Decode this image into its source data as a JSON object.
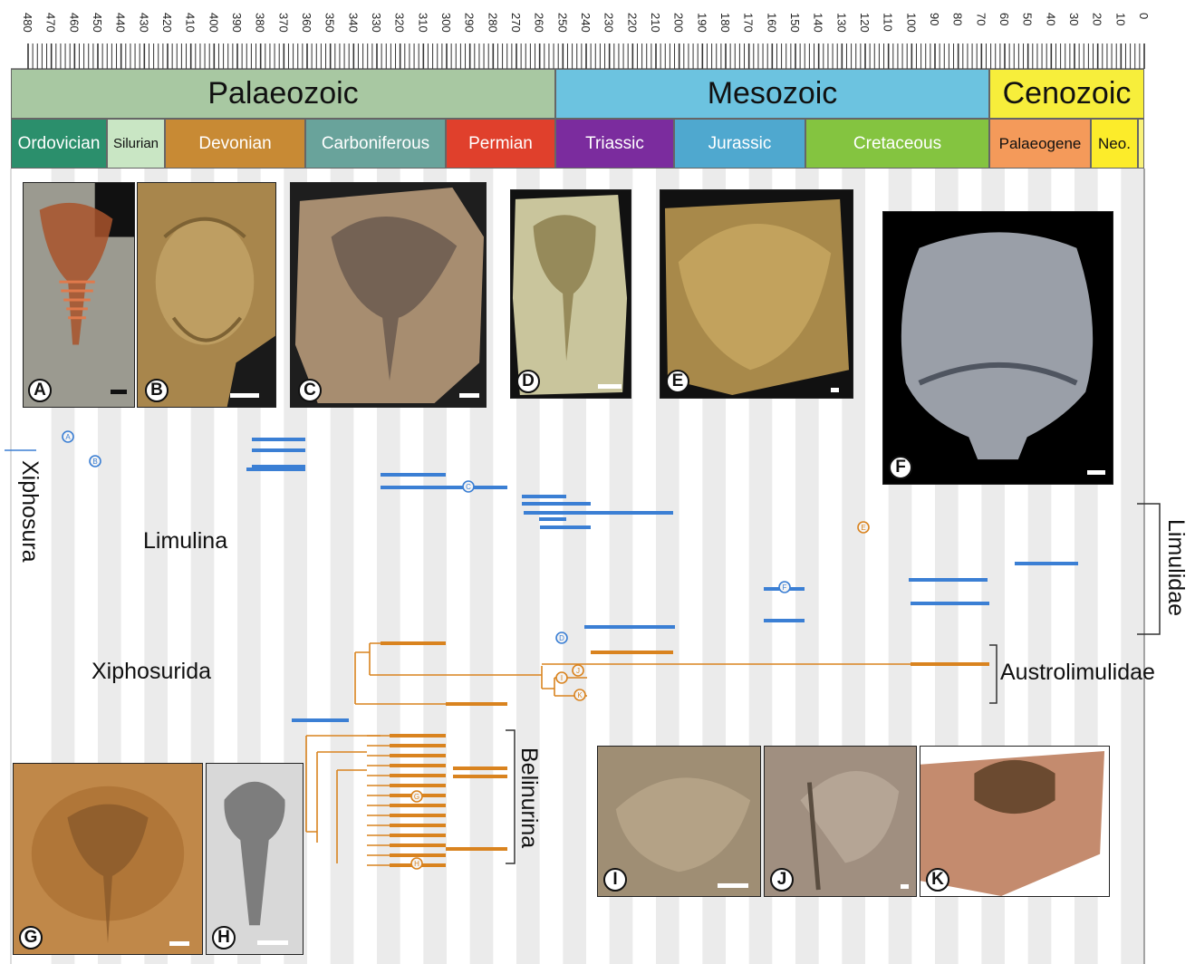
{
  "timescale": {
    "ticks": [
      "480",
      "470",
      "460",
      "450",
      "440",
      "430",
      "420",
      "410",
      "400",
      "390",
      "380",
      "370",
      "360",
      "350",
      "340",
      "330",
      "320",
      "310",
      "300",
      "290",
      "280",
      "270",
      "260",
      "250",
      "240",
      "230",
      "220",
      "210",
      "200",
      "190",
      "180",
      "170",
      "160",
      "150",
      "140",
      "130",
      "120",
      "110",
      "100",
      "90",
      "80",
      "70",
      "60",
      "50",
      "40",
      "30",
      "20",
      "10",
      "0"
    ]
  },
  "eras": [
    {
      "name": "Palaeozoic",
      "color": "#a8c8a2"
    },
    {
      "name": "Mesozoic",
      "color": "#6cc3e0"
    },
    {
      "name": "Cenozoic",
      "color": "#f7ee3b"
    }
  ],
  "periods": [
    {
      "name": "Ordovician",
      "color": "#2b8f6c",
      "text_color": "#ffffff"
    },
    {
      "name": "Silurian",
      "color": "#c9e6c4",
      "text_color": "#111111"
    },
    {
      "name": "Devonian",
      "color": "#c88a34",
      "text_color": "#ffffff"
    },
    {
      "name": "Carboniferous",
      "color": "#69a39b",
      "text_color": "#ffffff"
    },
    {
      "name": "Permian",
      "color": "#e0402c",
      "text_color": "#ffffff"
    },
    {
      "name": "Triassic",
      "color": "#7b2c9e",
      "text_color": "#ffffff"
    },
    {
      "name": "Jurassic",
      "color": "#4fa8cf",
      "text_color": "#ffffff"
    },
    {
      "name": "Cretaceous",
      "color": "#84c440",
      "text_color": "#ffffff"
    },
    {
      "name": "Palaeogene",
      "color": "#f49a5a",
      "text_color": "#111111"
    },
    {
      "name": "Neo.",
      "color": "#fcec2a",
      "text_color": "#111111"
    }
  ],
  "fossil_panels": [
    {
      "label": "A"
    },
    {
      "label": "B"
    },
    {
      "label": "C"
    },
    {
      "label": "D"
    },
    {
      "label": "E"
    },
    {
      "label": "F"
    },
    {
      "label": "G"
    },
    {
      "label": "H"
    },
    {
      "label": "I"
    },
    {
      "label": "J"
    },
    {
      "label": "K"
    }
  ],
  "clades": {
    "xiphosura": "Xiphosura",
    "limulina": "Limulina",
    "xiphosurida": "Xiphosurida",
    "limulidae": "Limulidae",
    "austrolimulidae": "Austrolimulidae",
    "belinurina": "Belinurina"
  },
  "tree_markers": [
    "A",
    "B",
    "C",
    "D",
    "E",
    "F",
    "G",
    "H",
    "I",
    "J",
    "K"
  ],
  "colors": {
    "limuloid_branch": "#3b7fd4",
    "austrolimulid_branch": "#d9831f",
    "belinurid_branch": "#d9831f",
    "column_stripe": "#ebebeb"
  }
}
